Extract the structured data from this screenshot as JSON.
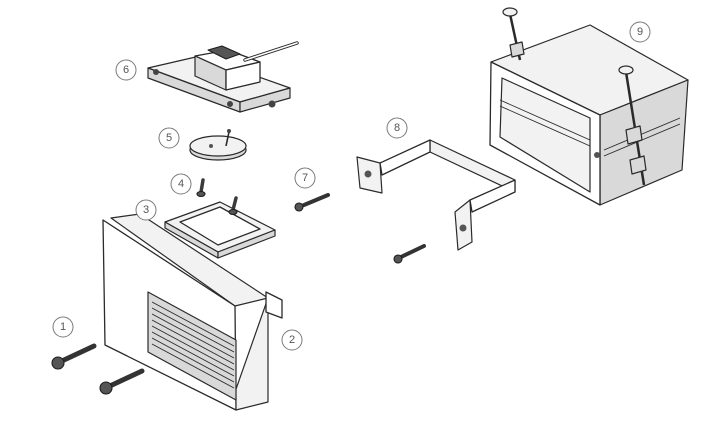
{
  "parts": [
    {
      "callout": "1",
      "icon": "screw-icon"
    },
    {
      "callout": "2",
      "icon": "faceplate-icon"
    },
    {
      "callout": "3",
      "icon": "gasket-frame-icon"
    },
    {
      "callout": "4",
      "icon": "small-screw-icon"
    },
    {
      "callout": "5",
      "icon": "mounting-disc-icon"
    },
    {
      "callout": "6",
      "icon": "driver-module-icon"
    },
    {
      "callout": "7",
      "icon": "screw-icon"
    },
    {
      "callout": "8",
      "icon": "mounting-bracket-icon"
    },
    {
      "callout": "9",
      "icon": "junction-box-icon"
    }
  ]
}
